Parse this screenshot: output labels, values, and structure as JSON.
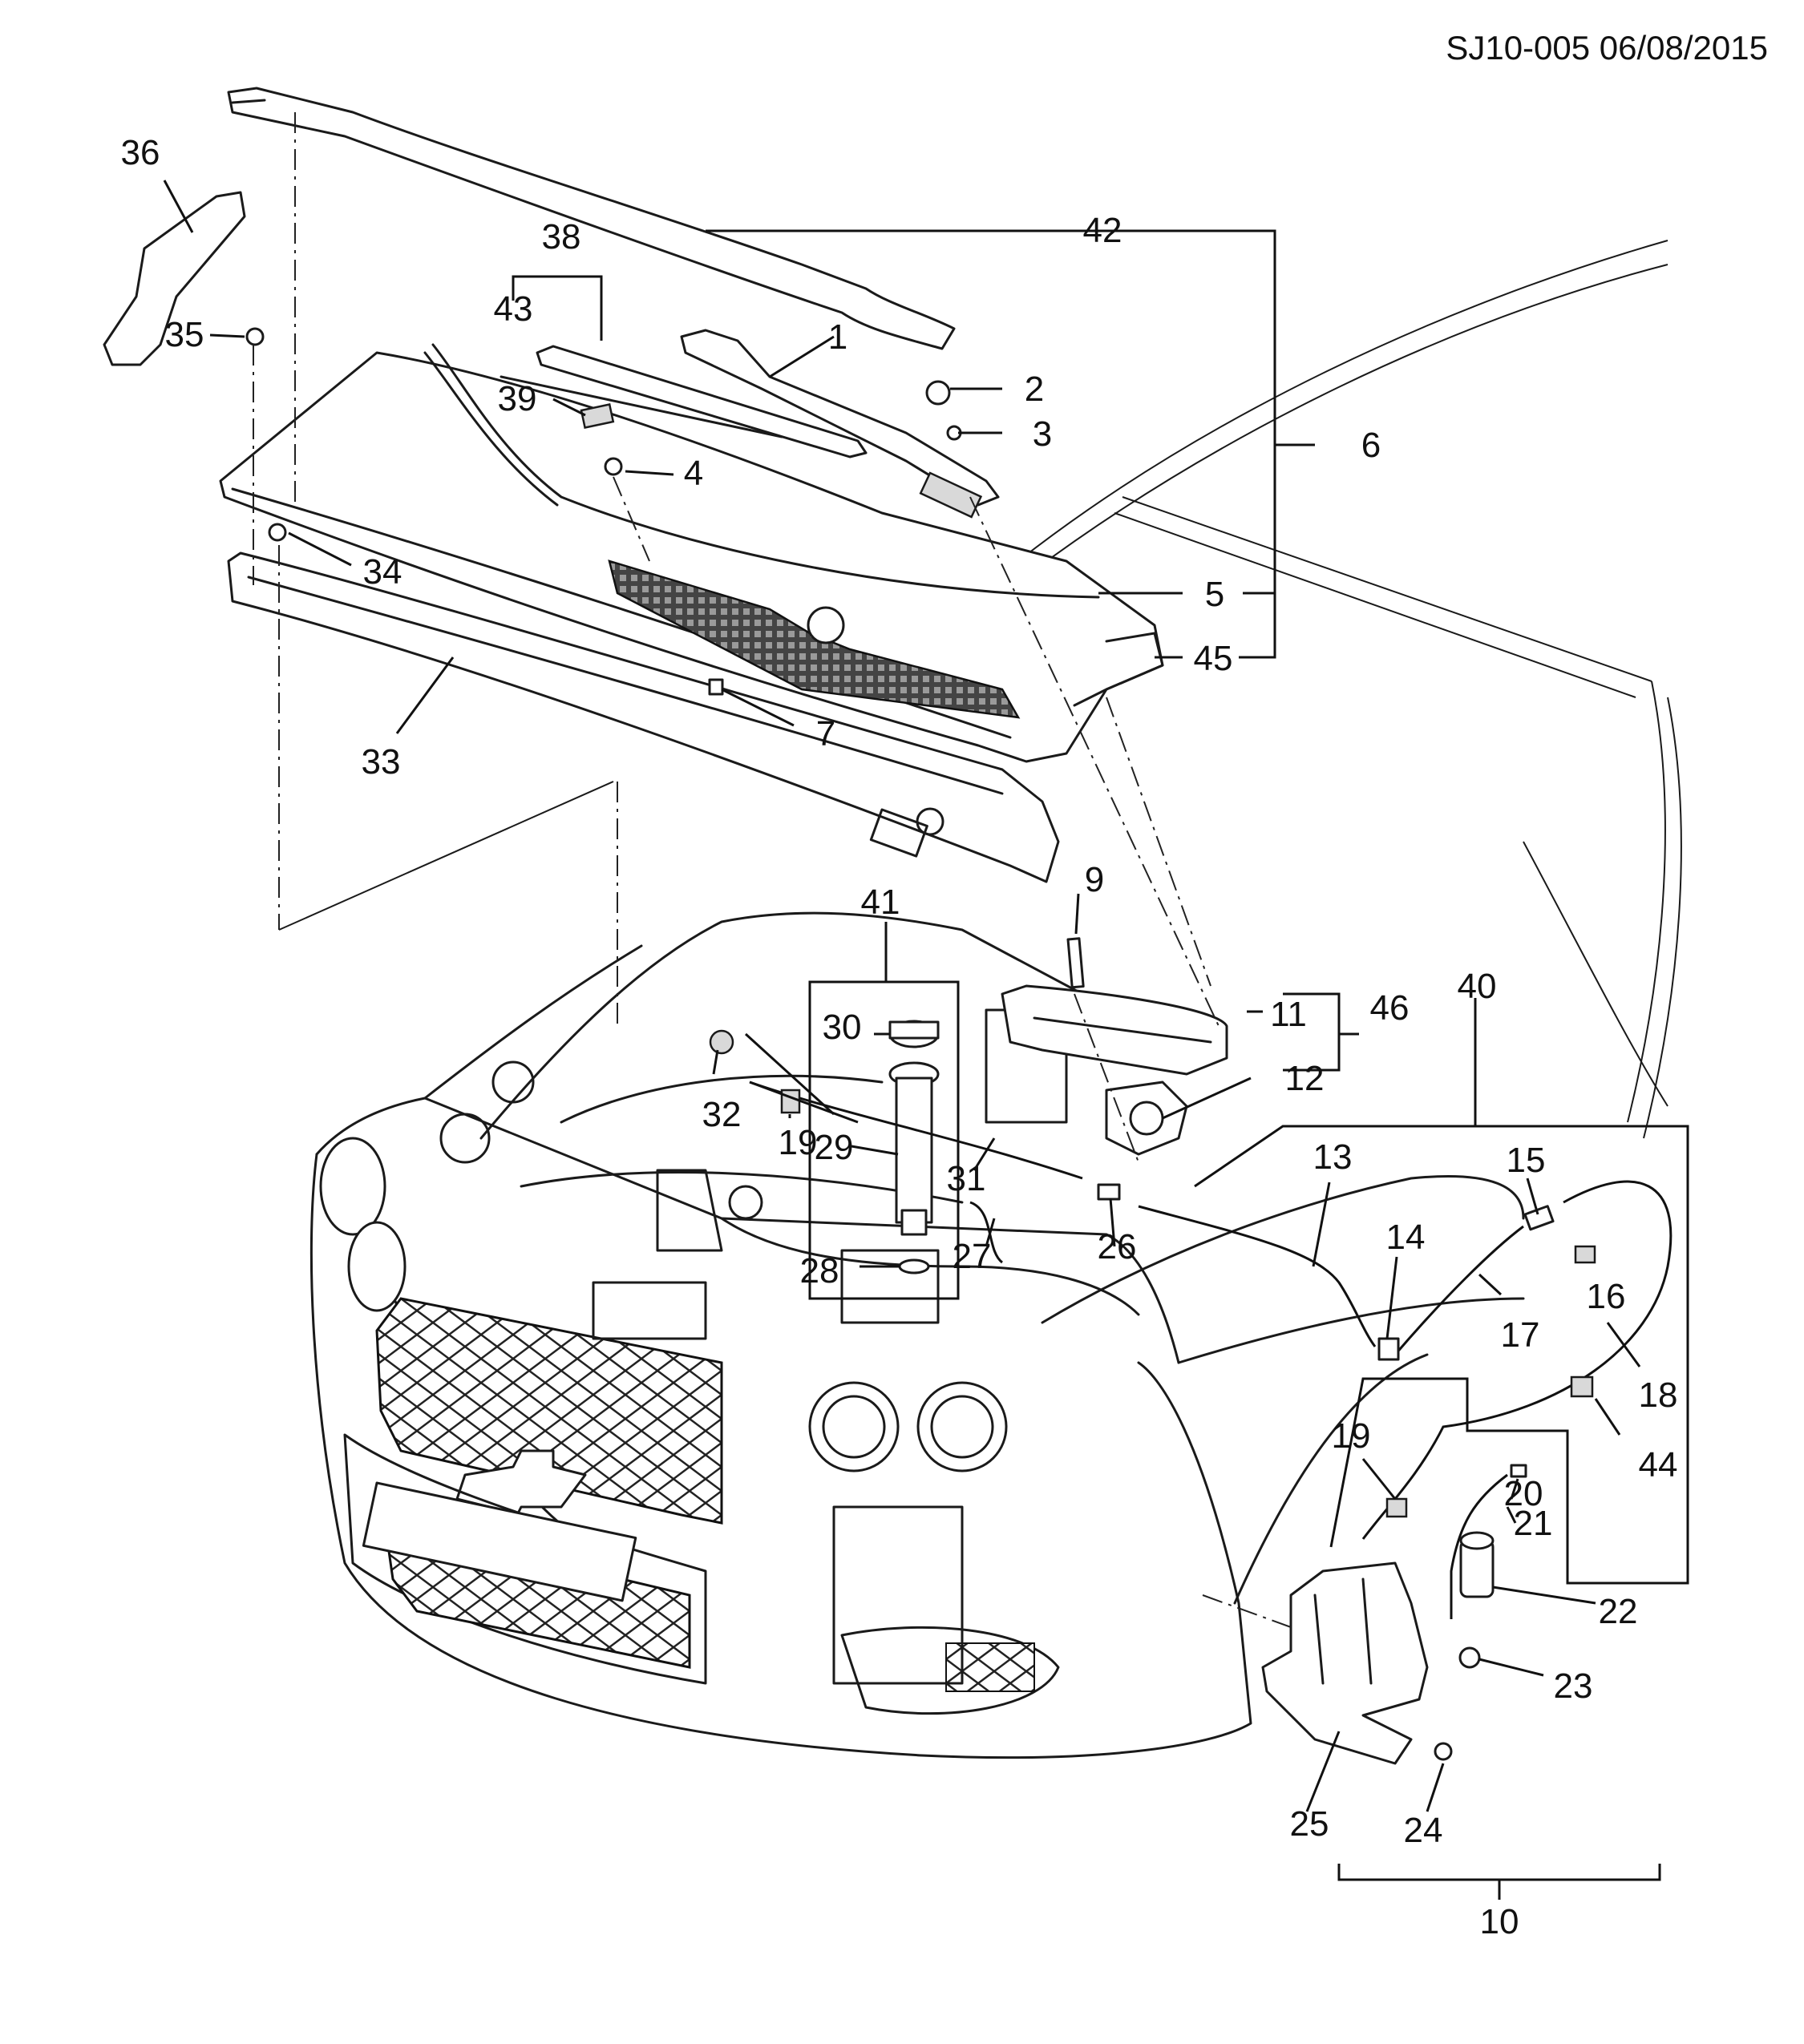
{
  "header": {
    "code": "SJ10-005 06/08/2015"
  },
  "labels": {
    "l1": "1",
    "l2": "2",
    "l3": "3",
    "l4": "4",
    "l5": "5",
    "l6": "6",
    "l7": "7",
    "l9": "9",
    "l10": "10",
    "l11": "11",
    "l12": "12",
    "l13": "13",
    "l14": "14",
    "l15": "15",
    "l16": "16",
    "l17": "17",
    "l18": "18",
    "l19a": "19",
    "l19b": "19",
    "l20": "20",
    "l21": "21",
    "l22": "22",
    "l23": "23",
    "l24": "24",
    "l25": "25",
    "l26": "26",
    "l27": "27",
    "l28": "28",
    "l29": "29",
    "l30": "30",
    "l31": "31",
    "l32": "32",
    "l33": "33",
    "l34": "34",
    "l35": "35",
    "l36": "36",
    "l38": "38",
    "l39": "39",
    "l40": "40",
    "l41": "41",
    "l42": "42",
    "l43": "43",
    "l44": "44",
    "l45": "45",
    "l46": "46"
  }
}
